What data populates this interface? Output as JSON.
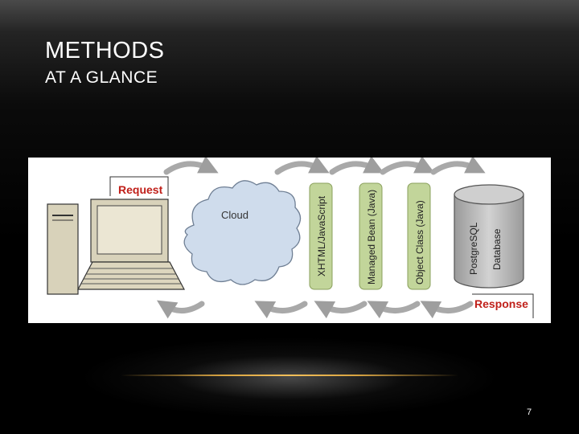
{
  "slide": {
    "title": "METHODS",
    "subtitle": "AT A GLANCE",
    "page_number": "7"
  },
  "diagram": {
    "request_label": "Request",
    "response_label": "Response",
    "cloud_label": "Cloud",
    "layers": [
      {
        "label": "XHTML/JavaScript"
      },
      {
        "label": "Managed Bean (Java)"
      },
      {
        "label": "Object Class (Java)"
      }
    ],
    "database": {
      "label_line1": "PostgreSQL",
      "label_line2": "Database"
    },
    "colors": {
      "label_red": "#c0201a",
      "layer_green": "#c2d59a",
      "cloud_fill": "#cfdcec",
      "database_fill": "#bdbdbd",
      "computer_fill": "#d8d2ba"
    }
  }
}
